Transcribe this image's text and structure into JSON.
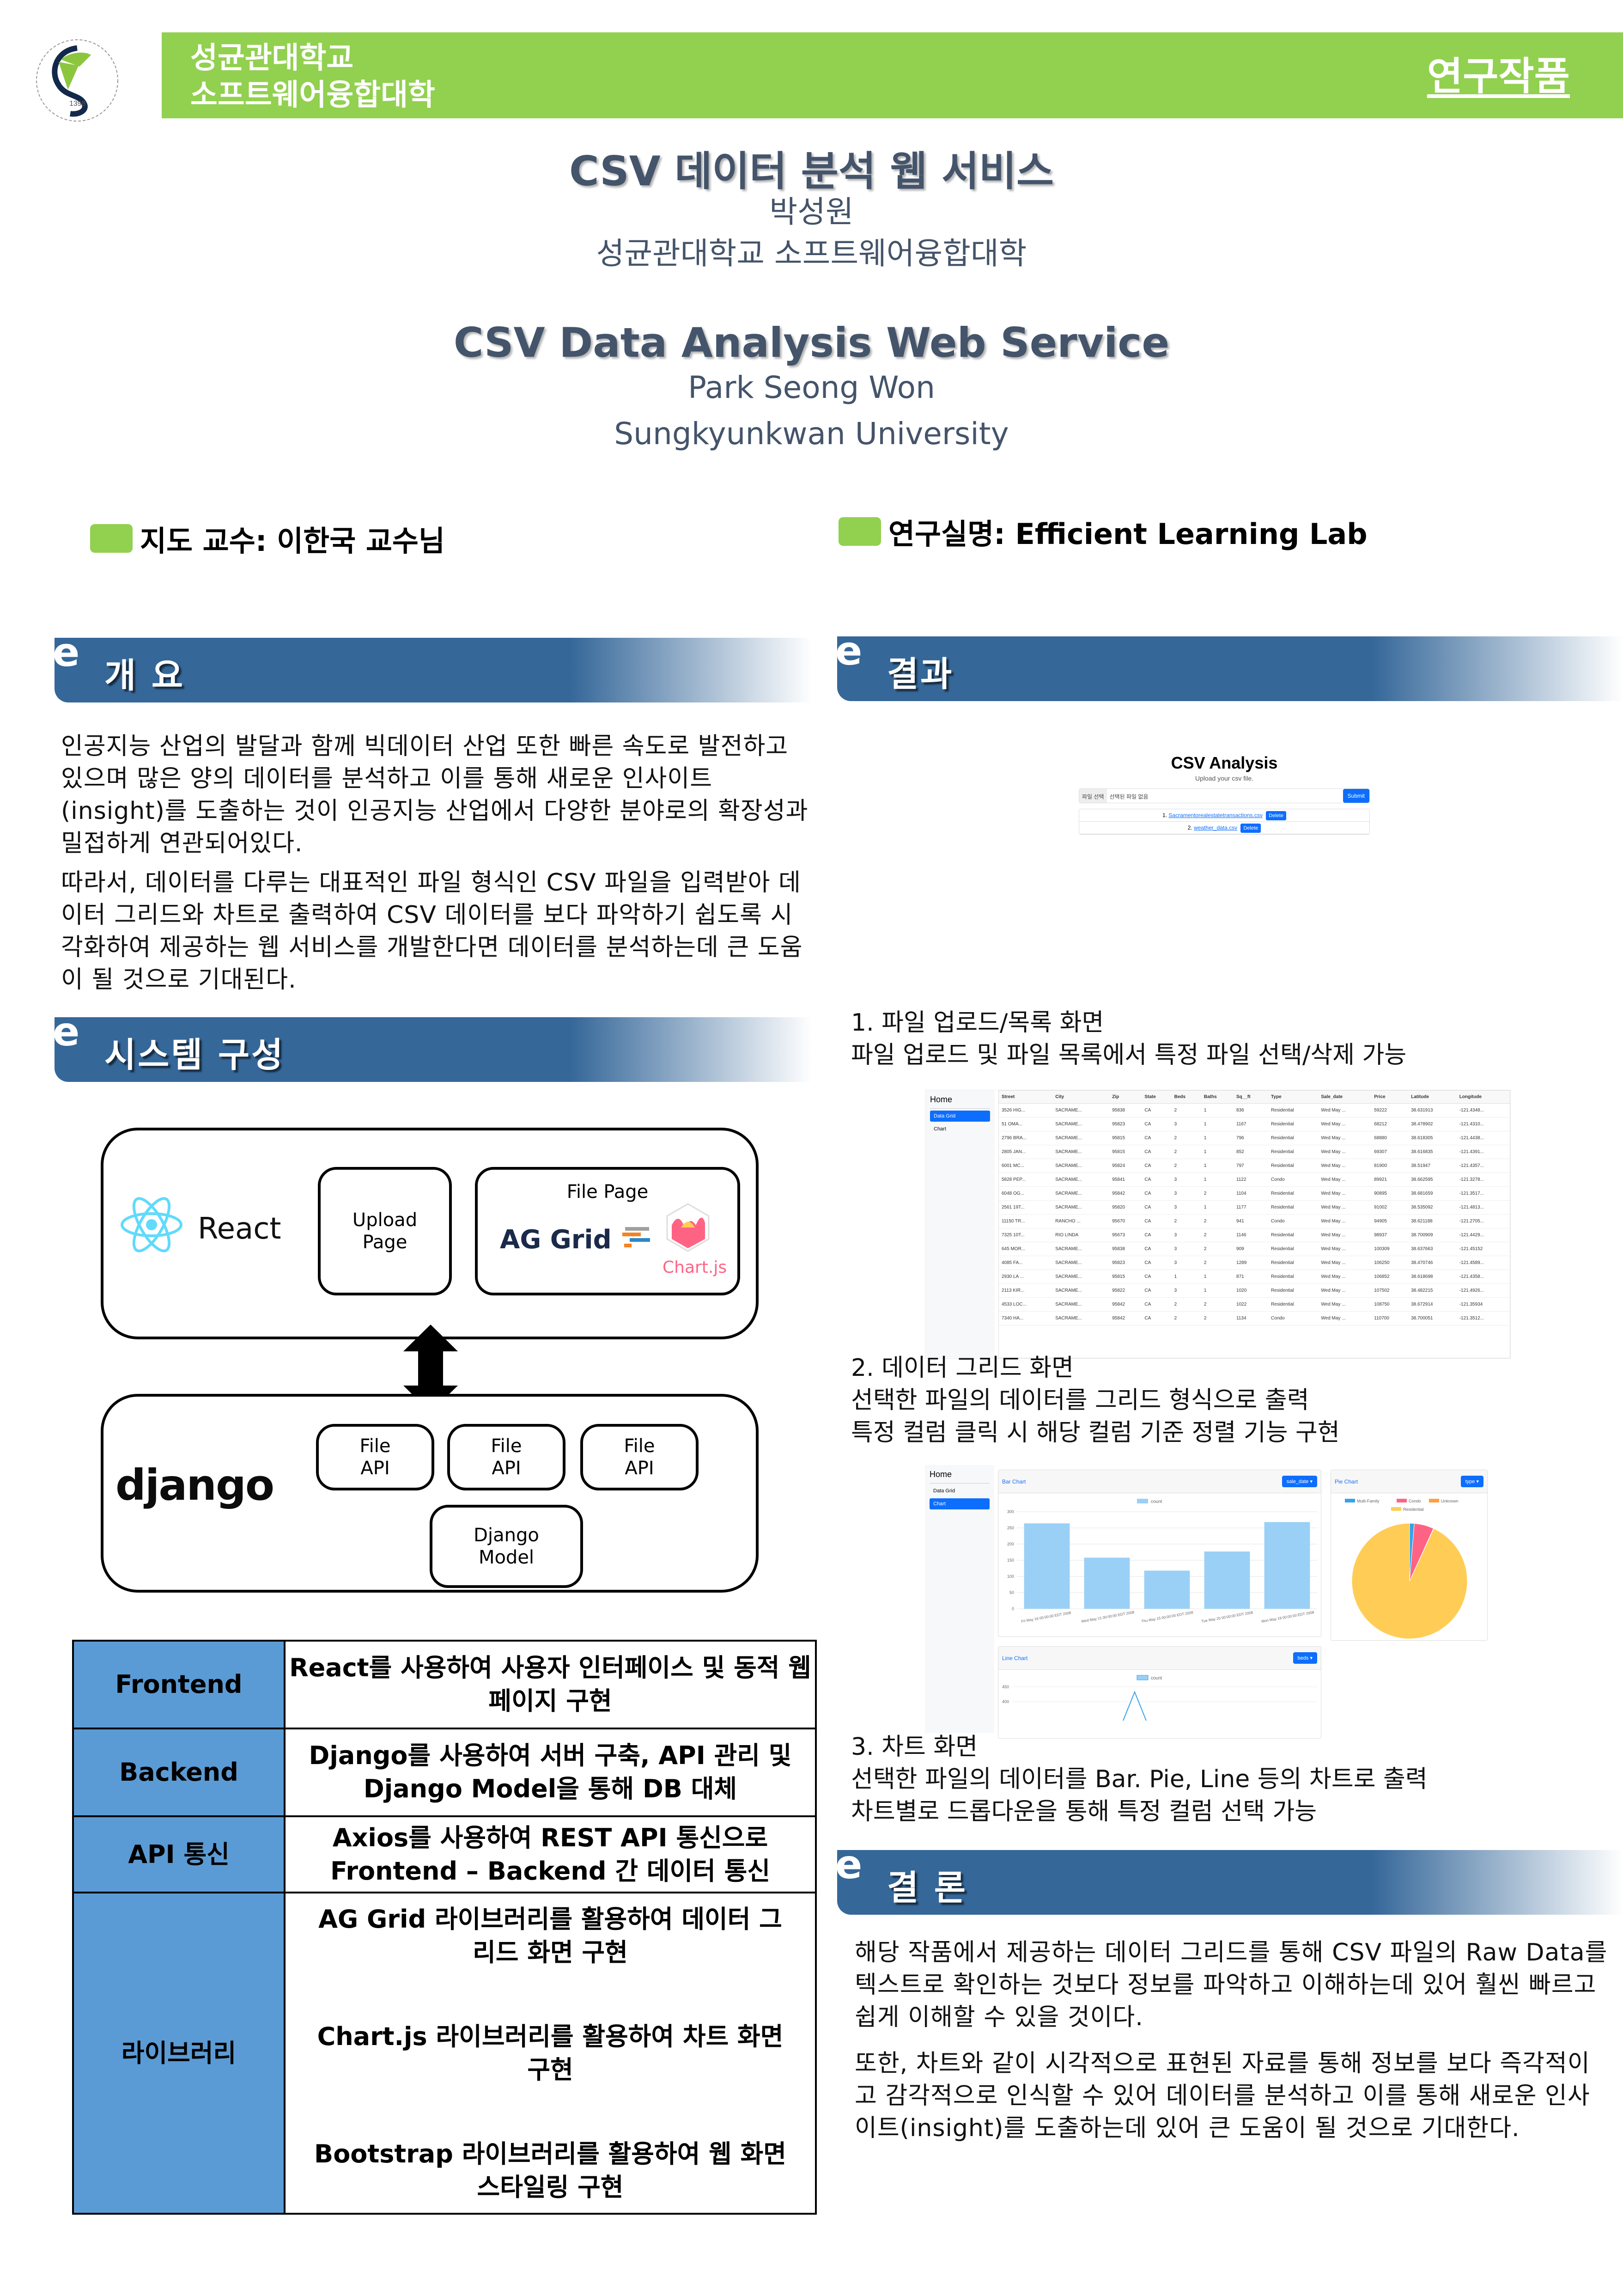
{
  "header": {
    "logo_text": "SUNGKYUNKWAN UNIVERSITY",
    "logo_year": "1398",
    "logo_ko": "성균관대학교",
    "university": "성균관대학교",
    "college": "소프트웨어융합대학",
    "tag": "연구작품",
    "colors": {
      "banner": "#92d050",
      "title": "#44546a",
      "section": "#356799",
      "table_key": "#5b9bd5"
    }
  },
  "title": {
    "ko": "CSV 데이터 분석 웹 서비스",
    "author_ko": "박성원",
    "org_ko": "성균관대학교 소프트웨어융합대학",
    "en": "CSV Data Analysis Web Service",
    "author_en": "Park Seong Won",
    "org_en": "Sungkyunkwan University"
  },
  "meta": {
    "advisor": "지도 교수:  이한국 교수님",
    "lab": "연구실명:  Efficient Learning Lab"
  },
  "sections": {
    "overview": {
      "label": "개 요",
      "p1": "인공지능 산업의 발달과 함께 빅데이터 산업 또한 빠른 속도로 발전하고 있으며 많은 양의 데이터를 분석하고 이를 통해 새로운 인사이트(insight)를 도출하는 것이 인공지능 산업에서 다양한 분야로의 확장성과 밀접하게 연관되어있다.",
      "p2": "따라서, 데이터를 다루는 대표적인 파일 형식인 CSV 파일을 입력받아 데이터 그리드와 차트로 출력하여 CSV 데이터를 보다 파악하기 쉽도록 시각화하여 제공하는 웹 서비스를 개발한다면 데이터를 분석하는데 큰 도움이 될 것으로 기대된다."
    },
    "system": {
      "label": "시스템 구성",
      "diagram": {
        "react": "React",
        "upload_page": "Upload\nPage",
        "file_page": "File Page",
        "ag_grid": "AG Grid",
        "chartjs": "Chart.js",
        "django": "django",
        "file_api": [
          "File\nAPI",
          "File\nAPI",
          "File\nAPI"
        ],
        "django_model": "Django\nModel"
      },
      "table": [
        {
          "key": "Frontend",
          "value": [
            "React를 사용하여 사용자 인터페이스 및 동적 웹 페이지 구현"
          ]
        },
        {
          "key": "Backend",
          "value": [
            "Django를 사용하여 서버 구축, API 관리 및 Django Model을 통해 DB 대체"
          ]
        },
        {
          "key": "API 통신",
          "value": [
            "Axios를 사용하여 REST API 통신으로 Frontend – Backend 간 데이터 통신"
          ]
        },
        {
          "key": "라이브러리",
          "value": [
            "AG Grid 라이브러리를 활용하여 데이터 그리드 화면 구현",
            "Chart.js 라이브러리를 활용하여 차트 화면 구현",
            "Bootstrap 라이브러리를 활용하여 웹 화면 스타일링 구현"
          ]
        }
      ]
    },
    "result": {
      "label": "결과",
      "upload_screen": {
        "title": "CSV Analysis",
        "subtitle": "Upload your csv file.",
        "file_pick": "파일 선택",
        "file_none": "선택된 파일 없음",
        "submit": "Submit",
        "files": [
          {
            "idx": "1.",
            "name": "Sacramentorealestatetransactions.csv",
            "action": "Delete"
          },
          {
            "idx": "2.",
            "name": "weather_data.csv",
            "action": "Delete"
          }
        ]
      },
      "caption1": [
        "1. 파일 업로드/목록 화면",
        "파일 업로드 및 파일 목록에서 특정 파일 선택/삭제 가능"
      ],
      "grid_screen": {
        "sidebar": {
          "home": "Home",
          "items": [
            "Data Grid",
            "Chart"
          ],
          "active": 0
        },
        "columns": [
          "Street",
          "City",
          "Zip",
          "State",
          "Beds",
          "Baths",
          "Sq__ft",
          "Type",
          "Sale_date",
          "Price",
          "Latitude",
          "Longitude"
        ],
        "rows": [
          [
            "3526 HIG...",
            "SACRAME...",
            "95838",
            "CA",
            "2",
            "1",
            "836",
            "Residential",
            "Wed May ...",
            "59222",
            "38.631913",
            "-121.4348..."
          ],
          [
            "51 OMA...",
            "SACRAME...",
            "95823",
            "CA",
            "3",
            "1",
            "1167",
            "Residential",
            "Wed May ...",
            "68212",
            "38.478902",
            "-121.4310..."
          ],
          [
            "2796 BRA...",
            "SACRAME...",
            "95815",
            "CA",
            "2",
            "1",
            "796",
            "Residential",
            "Wed May ...",
            "68880",
            "38.618305",
            "-121.4438..."
          ],
          [
            "2805 JAN...",
            "SACRAME...",
            "95815",
            "CA",
            "2",
            "1",
            "852",
            "Residential",
            "Wed May ...",
            "69307",
            "38.616835",
            "-121.4391..."
          ],
          [
            "6001 MC...",
            "SACRAME...",
            "95824",
            "CA",
            "2",
            "1",
            "797",
            "Residential",
            "Wed May ...",
            "81900",
            "38.51947",
            "-121.4357..."
          ],
          [
            "5828 PEP...",
            "SACRAME...",
            "95841",
            "CA",
            "3",
            "1",
            "1122",
            "Condo",
            "Wed May ...",
            "89921",
            "38.662595",
            "-121.3278..."
          ],
          [
            "6048 OG...",
            "SACRAME...",
            "95842",
            "CA",
            "3",
            "2",
            "1104",
            "Residential",
            "Wed May ...",
            "90895",
            "38.681659",
            "-121.3517..."
          ],
          [
            "2561 19T...",
            "SACRAME...",
            "95820",
            "CA",
            "3",
            "1",
            "1177",
            "Residential",
            "Wed May ...",
            "91002",
            "38.535092",
            "-121.4813..."
          ],
          [
            "11150 TR...",
            "RANCHO ...",
            "95670",
            "CA",
            "2",
            "2",
            "941",
            "Condo",
            "Wed May ...",
            "94905",
            "38.621188",
            "-121.2705..."
          ],
          [
            "7325 10T...",
            "RIO LINDA",
            "95673",
            "CA",
            "3",
            "2",
            "1146",
            "Residential",
            "Wed May ...",
            "98937",
            "38.700909",
            "-121.4429..."
          ],
          [
            "645 MOR...",
            "SACRAME...",
            "95838",
            "CA",
            "3",
            "2",
            "909",
            "Residential",
            "Wed May ...",
            "100309",
            "38.637663",
            "-121.45152"
          ],
          [
            "4085 FA...",
            "SACRAME...",
            "95823",
            "CA",
            "3",
            "2",
            "1289",
            "Residential",
            "Wed May ...",
            "106250",
            "38.470746",
            "-121.4589..."
          ],
          [
            "2930 LA ...",
            "SACRAME...",
            "95815",
            "CA",
            "1",
            "1",
            "871",
            "Residential",
            "Wed May ...",
            "106852",
            "38.618698",
            "-121.4358..."
          ],
          [
            "2113 KIR...",
            "SACRAME...",
            "95822",
            "CA",
            "3",
            "1",
            "1020",
            "Residential",
            "Wed May ...",
            "107502",
            "38.482215",
            "-121.4926..."
          ],
          [
            "4533 LOC...",
            "SACRAME...",
            "95842",
            "CA",
            "2",
            "2",
            "1022",
            "Residential",
            "Wed May ...",
            "108750",
            "38.672914",
            "-121.35934"
          ],
          [
            "7340 HA...",
            "SACRAME...",
            "95842",
            "CA",
            "2",
            "2",
            "1134",
            "Condo",
            "Wed May ...",
            "110700",
            "38.700051",
            "-121.3512..."
          ]
        ]
      },
      "caption2": [
        "2. 데이터 그리드 화면",
        "선택한 파일의 데이터를 그리드 형식으로 출력",
        "특정 컬럼 클릭 시 해당 컬럼 기준 정렬 기능 구현"
      ],
      "chart_screen": {
        "sidebar": {
          "home": "Home",
          "items": [
            "Data Grid",
            "Chart"
          ],
          "active": 1
        },
        "bar": {
          "title": "Bar Chart",
          "dropdown": "sale_date",
          "legend": "count"
        },
        "pie": {
          "title": "Pie Chart",
          "dropdown": "type"
        },
        "line": {
          "title": "Line Chart",
          "dropdown": "beds",
          "legend": "count",
          "y_ticks": [
            "450",
            "400"
          ]
        }
      },
      "caption3": [
        "3. 차트 화면",
        "선택한 파일의 데이터를 Bar. Pie, Line 등의 차트로 출력",
        "차트별로 드롭다운을 통해 특정 컬럼 선택 가능"
      ]
    },
    "conclusion": {
      "label": "결 론",
      "p1": "해당 작품에서 제공하는 데이터 그리드를 통해 CSV 파일의 Raw Data를 텍스트로 확인하는 것보다 정보를 파악하고 이해하는데 있어 훨씬 빠르고 쉽게 이해할 수 있을 것이다.",
      "p2": "또한, 차트와 같이 시각적으로 표현된 자료를 통해 정보를 보다 즉각적이고 감각적으로 인식할 수 있어 데이터를 분석하고 이를 통해 새로운 인사이트(insight)를 도출하는데 있어 큰 도움이 될 것으로 기대한다."
    }
  },
  "chart_data": [
    {
      "type": "bar",
      "title": "Bar Chart",
      "xlabel": "sale_date",
      "ylabel": "count",
      "categories": [
        "Fri May 16 00:00:00 EDT 2008",
        "Wed May 21 00:00:00 EDT 2008",
        "Thu May 15 00:00:00 EDT 2008",
        "Tue May 20 00:00:00 EDT 2008",
        "Mon May 19 00:00:00 EDT 2008"
      ],
      "series": [
        {
          "name": "count",
          "values": [
            264,
            158,
            118,
            177,
            268
          ]
        }
      ],
      "ylim": [
        0,
        300
      ],
      "y_ticks": [
        0,
        50,
        100,
        150,
        200,
        250,
        300
      ],
      "grid": true,
      "legend_position": "top",
      "color": "#9ad0f5"
    },
    {
      "type": "pie",
      "title": "Pie Chart",
      "categories": [
        "Multi-Family",
        "Condo",
        "Unknown",
        "Residential"
      ],
      "values": [
        13,
        54,
        1,
        917
      ],
      "colors": [
        "#36a2eb",
        "#ff6384",
        "#ff9f40",
        "#ffcd56"
      ],
      "legend_position": "top"
    }
  ]
}
